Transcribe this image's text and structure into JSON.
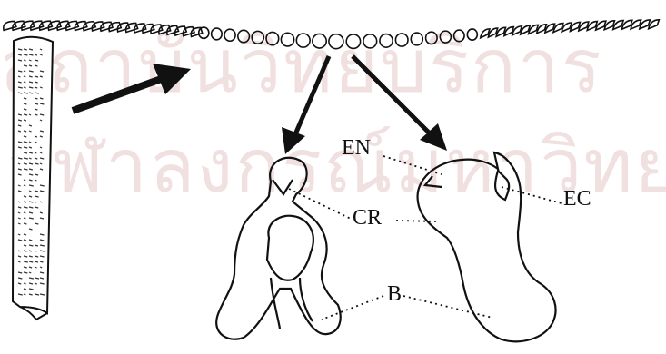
{
  "labels": {
    "en": "EN",
    "ec": "EC",
    "cr": "CR",
    "b": "B"
  },
  "watermark": {
    "line1": "สถาบันวิทยบริการ",
    "line2": "จุฬาลงกรณ์มหาวิทยาลัย"
  },
  "colors": {
    "ink": "#111111",
    "watermark": "#e7c7c7"
  }
}
